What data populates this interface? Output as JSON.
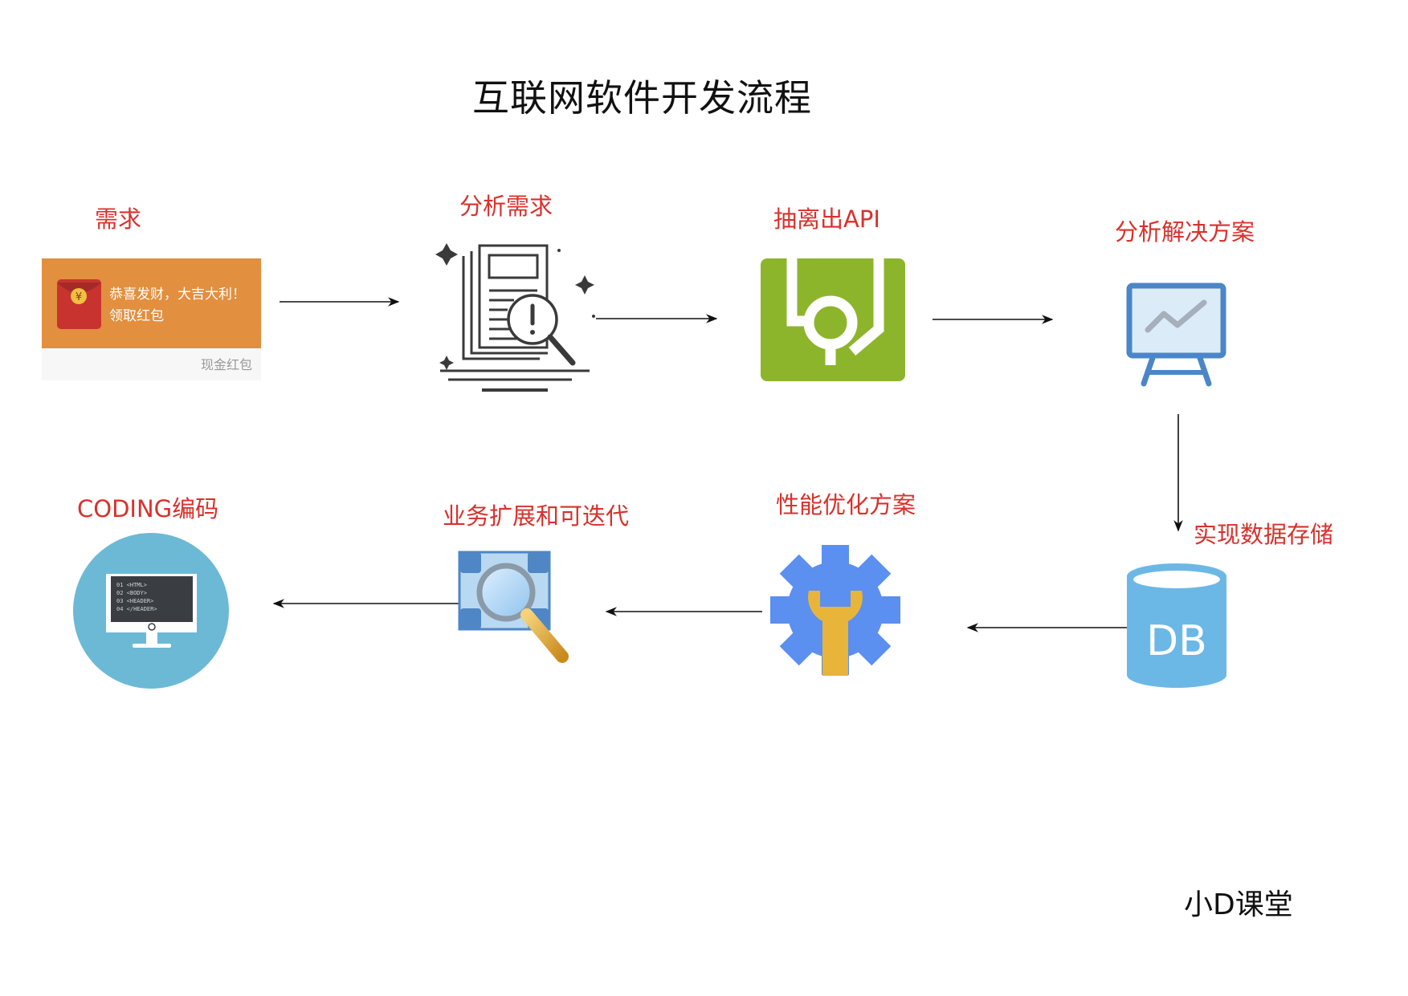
{
  "title": "互联网软件开发流程",
  "steps": [
    {
      "label": "需求",
      "icon": "red-envelope-card-icon"
    },
    {
      "label": "分析需求",
      "icon": "document-analysis-icon"
    },
    {
      "label": "抽离出API",
      "icon": "api-logo-icon"
    },
    {
      "label": "分析解决方案",
      "icon": "presentation-board-icon"
    },
    {
      "label": "实现数据存储",
      "icon": "database-icon"
    },
    {
      "label": "性能优化方案",
      "icon": "gear-wrench-icon"
    },
    {
      "label": "业务扩展和可迭代",
      "icon": "expand-magnifier-icon"
    },
    {
      "label": "CODING编码",
      "icon": "code-monitor-icon"
    }
  ],
  "red_envelope": {
    "line1": "恭喜发财，大吉大利！",
    "line2": "领取红包",
    "footer": "现金红包",
    "symbol": "¥"
  },
  "db_label": "DB",
  "code_lines": [
    "01 <HTML>",
    "02 <BODY>",
    "03 <HEADER>",
    "04 </HEADER>"
  ],
  "brand": "小D课堂",
  "colors": {
    "label": "#d8312c",
    "envelope_bg": "#e28f3f",
    "api_green": "#8db52c",
    "board_blue": "#4a86c8",
    "db_blue": "#6bb8e6",
    "gear_blue": "#5b8ff0",
    "wrench_yellow": "#e8b43a",
    "monitor_circle": "#6cb9d6"
  }
}
